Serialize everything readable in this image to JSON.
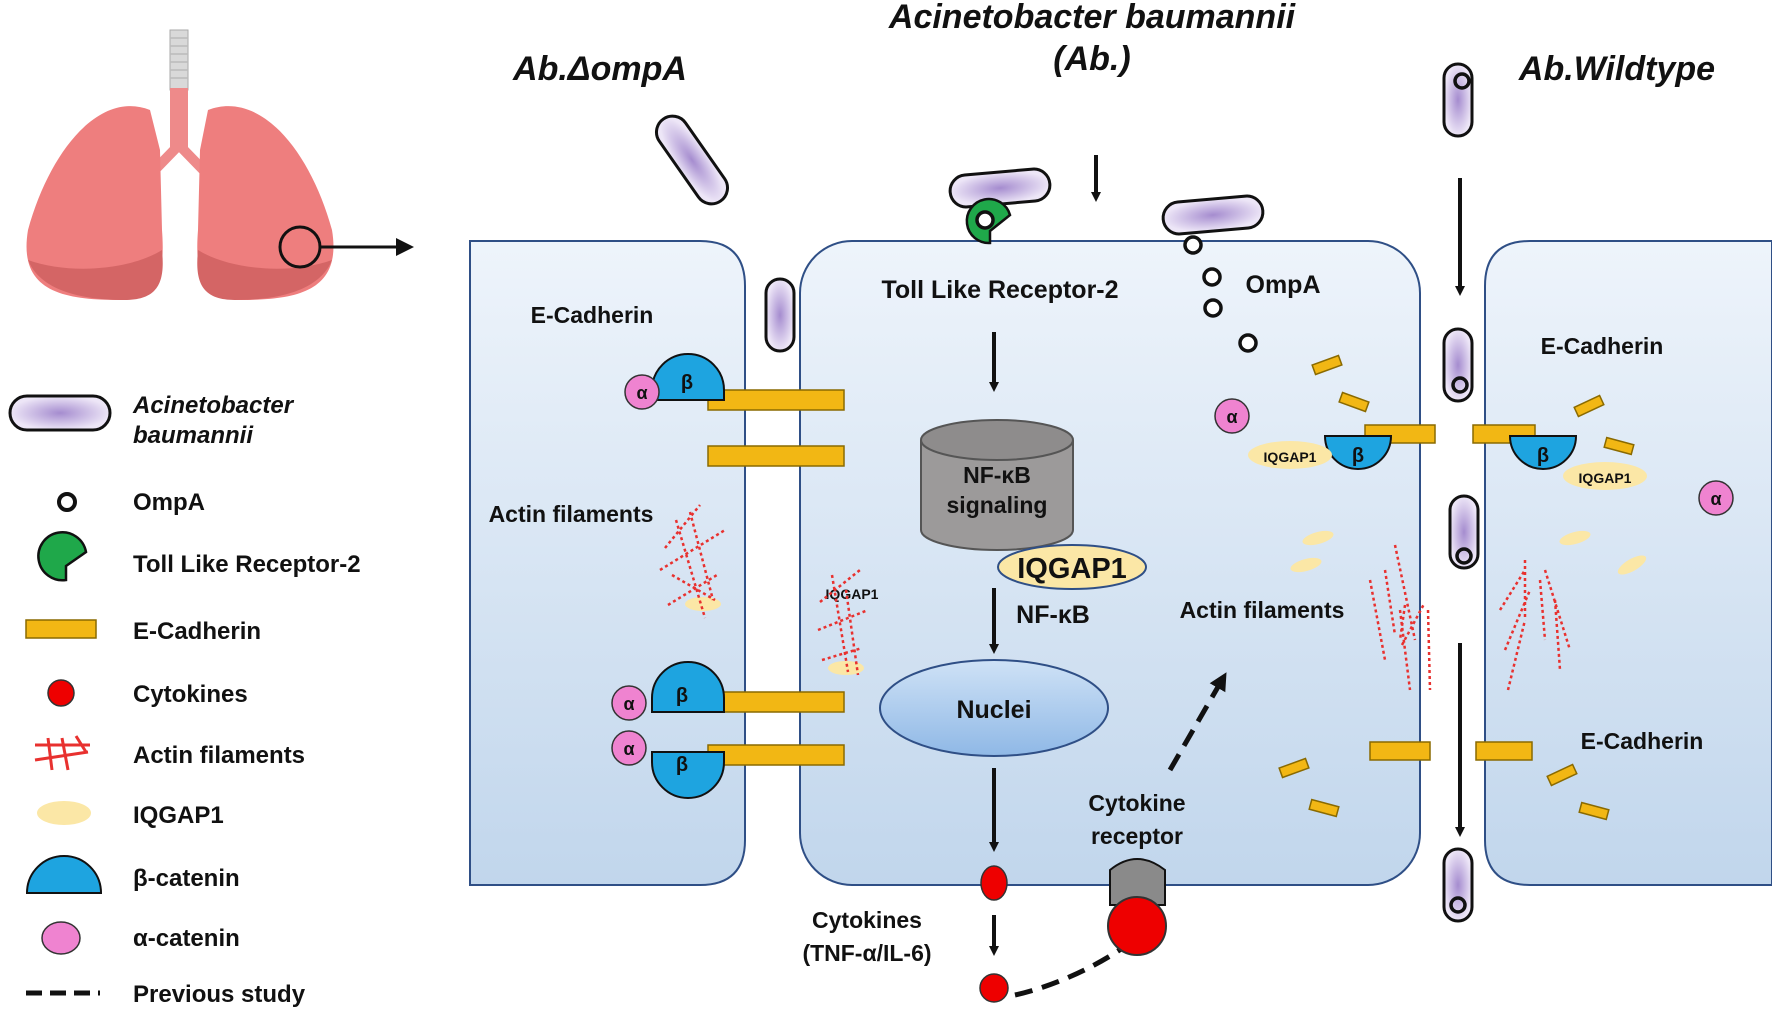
{
  "title": {
    "line1": "Acinetobacter baumannii",
    "line2": "(Ab.)"
  },
  "strains": {
    "mutant": "Ab.ΔompA",
    "wildtype": "Ab.Wildtype"
  },
  "labels": {
    "tlr2": "Toll Like Receptor-2",
    "ompa": "OmpA",
    "ecadherin": "E-Cadherin",
    "actin": "Actin filaments",
    "nfkb_box_line1": "NF-κB",
    "nfkb_box_line2": "signaling",
    "iqgap1": "IQGAP1",
    "nfkb": "NF-κB",
    "nuclei": "Nuclei",
    "cytokine_receptor_line1": "Cytokine",
    "cytokine_receptor_line2": "receptor",
    "cytokines_line1": "Cytokines",
    "cytokines_line2": "(TNF-α/IL-6)",
    "alpha": "α",
    "beta": "β"
  },
  "legend": {
    "bacterium_line1": "Acinetobacter",
    "bacterium_line2": "baumannii",
    "ompa": "OmpA",
    "tlr2": "Toll Like Receptor-2",
    "ecadherin": "E-Cadherin",
    "cytokines": "Cytokines",
    "actin": "Actin filaments",
    "iqgap1": "IQGAP1",
    "beta_catenin": "β-catenin",
    "alpha_catenin": "α-catenin",
    "previous_study": "Previous study"
  },
  "colors": {
    "lung": "#ee7e7e",
    "lung_dark": "#d96a6a",
    "cell_fill_top": "#eef4fb",
    "cell_fill_bottom": "#c3d8ec",
    "cell_border": "#2f4f86",
    "ecadherin": "#f2b714",
    "beta_catenin": "#1ea4e0",
    "alpha_catenin": "#ef83d0",
    "tlr2": "#1fa84a",
    "cytokine": "#ee0000",
    "iqgap1": "#fbe7a6",
    "actin": "#e8312f",
    "bacterium": "#b3a0d6",
    "nfkb_box": "#9c9a9a"
  }
}
